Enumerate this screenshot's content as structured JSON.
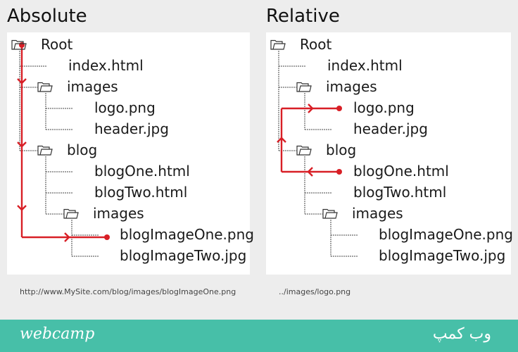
{
  "absolute": {
    "title": "Absolute",
    "path": "http://www.MySite.com/blog/images/blogImageOne.png"
  },
  "relative": {
    "title": "Relative",
    "path": "../images/logo.png"
  },
  "tree": [
    {
      "name": "Root",
      "type": "folder",
      "depth": 0
    },
    {
      "name": "index.html",
      "type": "file",
      "depth": 1
    },
    {
      "name": "images",
      "type": "folder",
      "depth": 1
    },
    {
      "name": "logo.png",
      "type": "file",
      "depth": 2
    },
    {
      "name": "header.jpg",
      "type": "file",
      "depth": 2
    },
    {
      "name": "blog",
      "type": "folder",
      "depth": 1
    },
    {
      "name": "blogOne.html",
      "type": "file",
      "depth": 2
    },
    {
      "name": "blogTwo.html",
      "type": "file",
      "depth": 2
    },
    {
      "name": "images",
      "type": "folder",
      "depth": 2
    },
    {
      "name": "blogImageOne.png",
      "type": "file",
      "depth": 3
    },
    {
      "name": "blogImageTwo.jpg",
      "type": "file",
      "depth": 3
    }
  ],
  "footer": {
    "brand": "webcamp",
    "brand_persian": "وب کمپ",
    "color": "#47bfa8"
  },
  "colors": {
    "arrow": "#d81f26"
  },
  "icons": {
    "folder": "folder-icon"
  }
}
